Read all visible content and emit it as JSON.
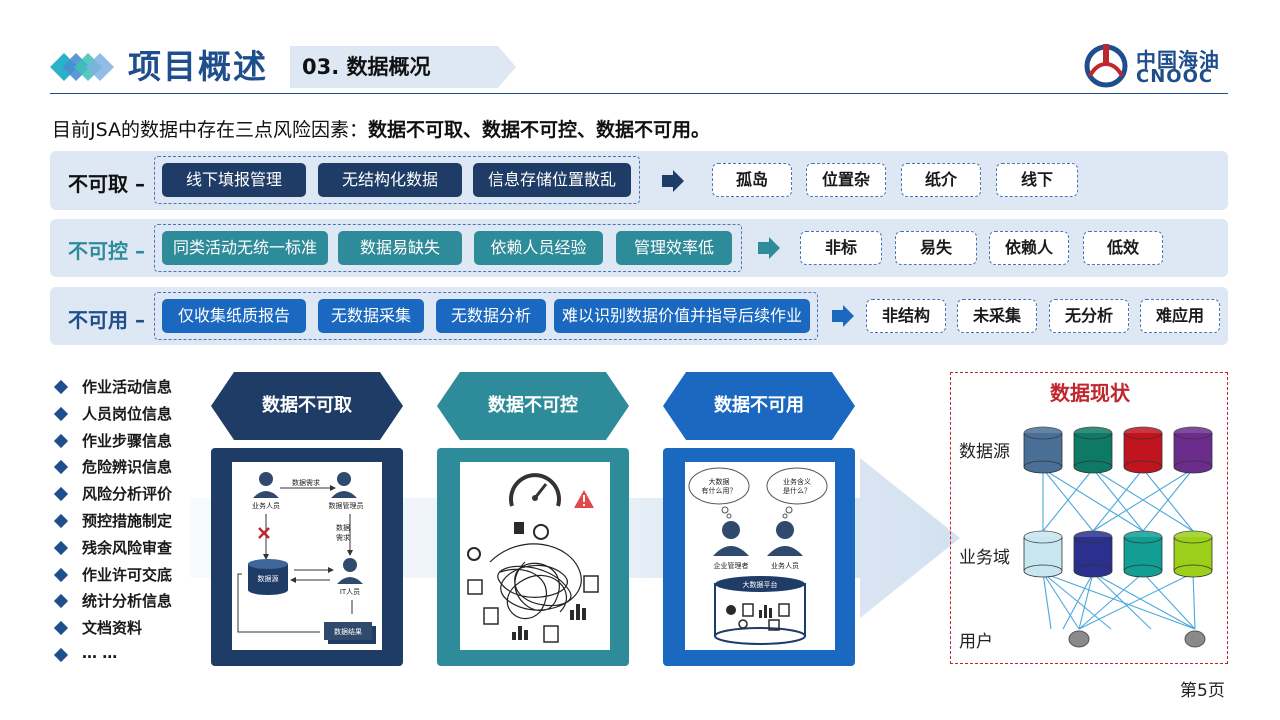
{
  "header": {
    "title": "项目概述",
    "subtitle": "03. 数据概况",
    "logo_cn": "中国海油",
    "logo_en": "CNOOC"
  },
  "intro": {
    "prefix": "目前JSA的数据中存在三点风险因素：",
    "emphasis": "数据不可取、数据不可控、数据不可用。"
  },
  "rows": [
    {
      "label": "不可取 –",
      "label_color": "#111111",
      "chip_color": "#1f3c67",
      "chips": [
        "线下填报管理",
        "无结构化数据",
        "信息存储位置散乱"
      ],
      "arrow_color": "#1f3c67",
      "tags": [
        "孤岛",
        "位置杂",
        "纸介",
        "线下"
      ]
    },
    {
      "label": "不可控 –",
      "label_color": "#2e8b99",
      "chip_color": "#2e8b99",
      "chips": [
        "同类活动无统一标准",
        "数据易缺失",
        "依赖人员经验",
        "管理效率低"
      ],
      "arrow_color": "#2e8b99",
      "tags": [
        "非标",
        "易失",
        "依赖人",
        "低效"
      ]
    },
    {
      "label": "不可用 –",
      "label_color": "#1f4e8c",
      "chip_color": "#1a68c0",
      "chips": [
        "仅收集纸质报告",
        "无数据采集",
        "无数据分析",
        "难以识别数据价值并指导后续作业"
      ],
      "arrow_color": "#1a68c0",
      "tags": [
        "非结构",
        "未采集",
        "无分析",
        "难应用"
      ]
    }
  ],
  "list": [
    "作业活动信息",
    "人员岗位信息",
    "作业步骤信息",
    "危险辨识信息",
    "风险分析评价",
    "预控措施制定",
    "残余风险审查",
    "作业许可交底",
    "统计分析信息",
    "文档资料",
    "… …"
  ],
  "panels": [
    {
      "title": "数据不可取",
      "color": "#1f3c67",
      "labels": {
        "request": "数据需求",
        "business": "业务人员",
        "manager": "数据管理员",
        "request2a": "数据",
        "request2b": "需求",
        "source": "数据源",
        "it": "IT人员",
        "result": "数据结果"
      }
    },
    {
      "title": "数据不可控",
      "color": "#2e8b99"
    },
    {
      "title": "数据不可用",
      "color": "#1a68c0",
      "labels": {
        "bubble1a": "大数据",
        "bubble1b": "有什么用？",
        "bubble2a": "业务含义",
        "bubble2b": "是什么？",
        "manager": "企业管理者",
        "business": "业务人员",
        "platform": "大数据平台"
      }
    }
  ],
  "status": {
    "title": "数据现状",
    "labels": [
      "数据源",
      "业务域",
      "用户"
    ],
    "source_colors": [
      "#4a6f96",
      "#0e7a66",
      "#c0141e",
      "#6b2c8c"
    ],
    "domain_colors": [
      "#c8e6ef",
      "#2b2f8e",
      "#129e93",
      "#9ccf1a"
    ]
  },
  "page_number": "第5页"
}
